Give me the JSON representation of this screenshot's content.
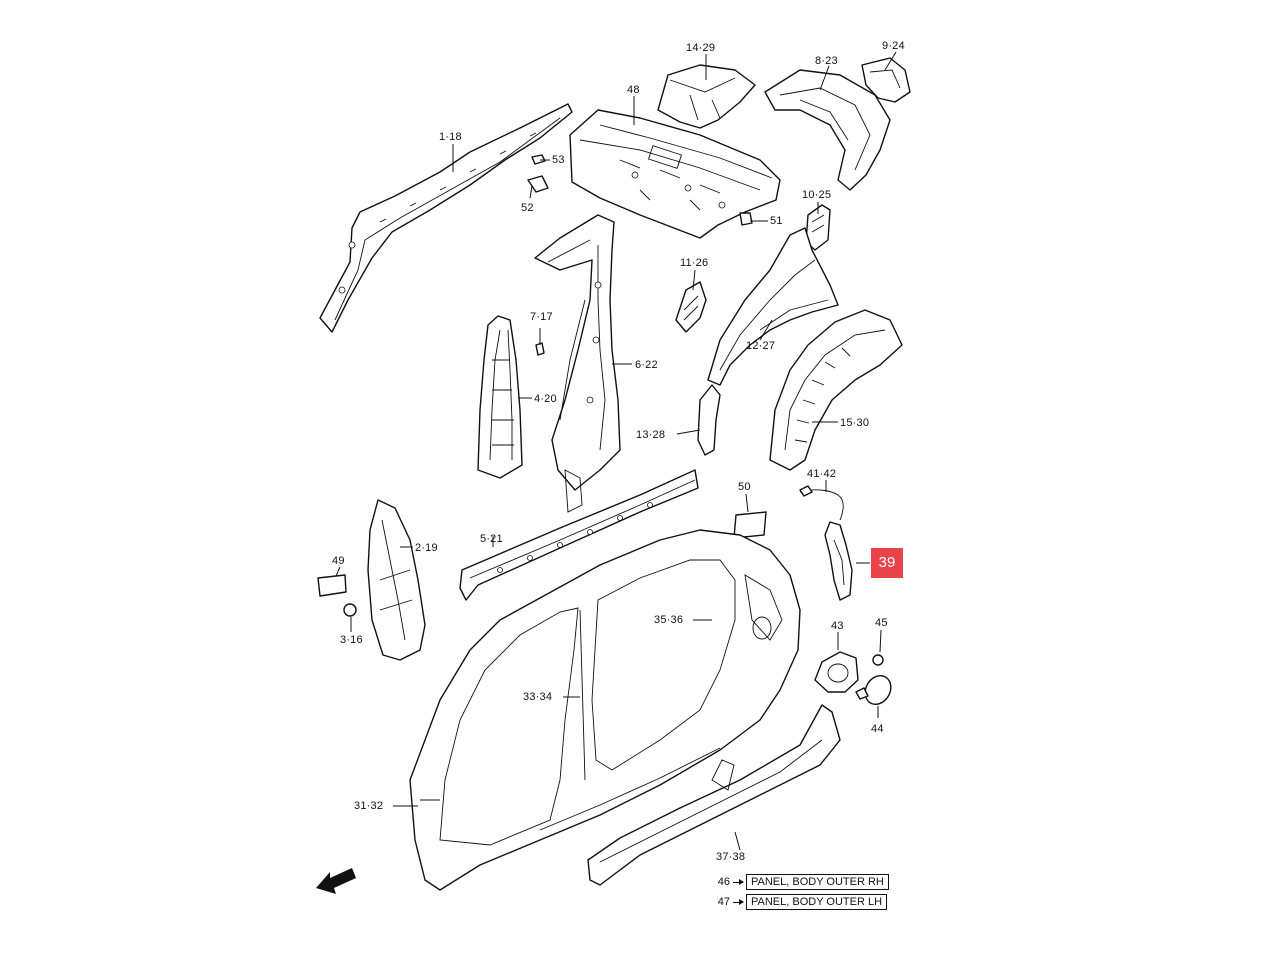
{
  "callouts": [
    {
      "id": "c-14-29",
      "text": "14·29"
    },
    {
      "id": "c-8-23",
      "text": "8·23"
    },
    {
      "id": "c-9-24",
      "text": "9·24"
    },
    {
      "id": "c-48",
      "text": "48"
    },
    {
      "id": "c-1-18",
      "text": "1·18"
    },
    {
      "id": "c-53",
      "text": "53"
    },
    {
      "id": "c-52",
      "text": "52"
    },
    {
      "id": "c-51",
      "text": "51"
    },
    {
      "id": "c-10-25",
      "text": "10·25"
    },
    {
      "id": "c-11-26",
      "text": "11·26"
    },
    {
      "id": "c-7-17",
      "text": "7·17"
    },
    {
      "id": "c-12-27",
      "text": "12·27"
    },
    {
      "id": "c-6-22",
      "text": "6·22"
    },
    {
      "id": "c-4-20",
      "text": "4·20"
    },
    {
      "id": "c-13-28",
      "text": "13·28"
    },
    {
      "id": "c-15-30",
      "text": "15·30"
    },
    {
      "id": "c-41-42",
      "text": "41·42"
    },
    {
      "id": "c-50",
      "text": "50"
    },
    {
      "id": "c-2-19",
      "text": "2·19"
    },
    {
      "id": "c-5-21",
      "text": "5·21"
    },
    {
      "id": "c-49",
      "text": "49"
    },
    {
      "id": "c-3-16",
      "text": "3·16"
    },
    {
      "id": "c-35-36",
      "text": "35·36"
    },
    {
      "id": "c-43",
      "text": "43"
    },
    {
      "id": "c-45",
      "text": "45"
    },
    {
      "id": "c-33-34",
      "text": "33·34"
    },
    {
      "id": "c-44",
      "text": "44"
    },
    {
      "id": "c-31-32",
      "text": "31·32"
    },
    {
      "id": "c-37-38",
      "text": "37·38"
    }
  ],
  "highlight": {
    "text": "39",
    "color": "#e8424a"
  },
  "legend": [
    {
      "num": "46",
      "label": "PANEL, BODY OUTER RH"
    },
    {
      "num": "47",
      "label": "PANEL, BODY OUTER LH"
    }
  ]
}
